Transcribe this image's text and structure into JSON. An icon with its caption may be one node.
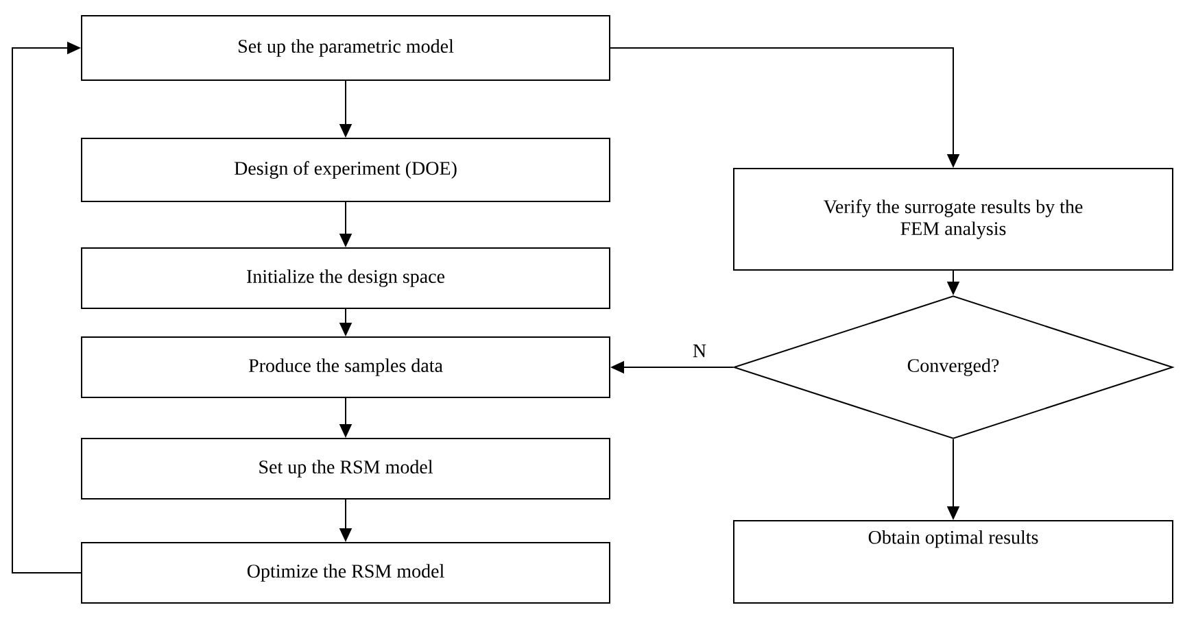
{
  "diagram": {
    "nodes": [
      {
        "text": [
          "Set up the parametric model"
        ]
      },
      {
        "text": [
          "Design of experiment (DOE)"
        ]
      },
      {
        "text": [
          "Initialize the design space"
        ]
      },
      {
        "text": [
          "Produce the samples data"
        ]
      },
      {
        "text": [
          "Set up the RSM model"
        ]
      },
      {
        "text": [
          "Optimize the RSM model"
        ]
      },
      {
        "text": [
          "Verify the surrogate results by the FEM analysis"
        ]
      },
      {
        "text": [
          "Converged?"
        ]
      },
      {
        "text": [
          "Obtain optimal results"
        ]
      }
    ],
    "edges": [
      {
        "from": 0,
        "to": 1,
        "arrow": "to"
      },
      {
        "from": 1,
        "to": 2,
        "arrow": "to"
      },
      {
        "from": 2,
        "to": 3,
        "arrow": "to"
      },
      {
        "from": 3,
        "to": 4,
        "arrow": "to"
      },
      {
        "from": 4,
        "to": 5,
        "arrow": "to"
      },
      {
        "from": 5,
        "to": 0,
        "arrow": "to"
      },
      {
        "from": 0,
        "to": 6,
        "arrow": "to"
      },
      {
        "from": 6,
        "to": 7,
        "arrow": "to"
      },
      {
        "from": 7,
        "to": 3,
        "arrow": "to",
        "label": "N"
      },
      {
        "from": 7,
        "to": 8,
        "arrow": "to"
      }
    ]
  }
}
